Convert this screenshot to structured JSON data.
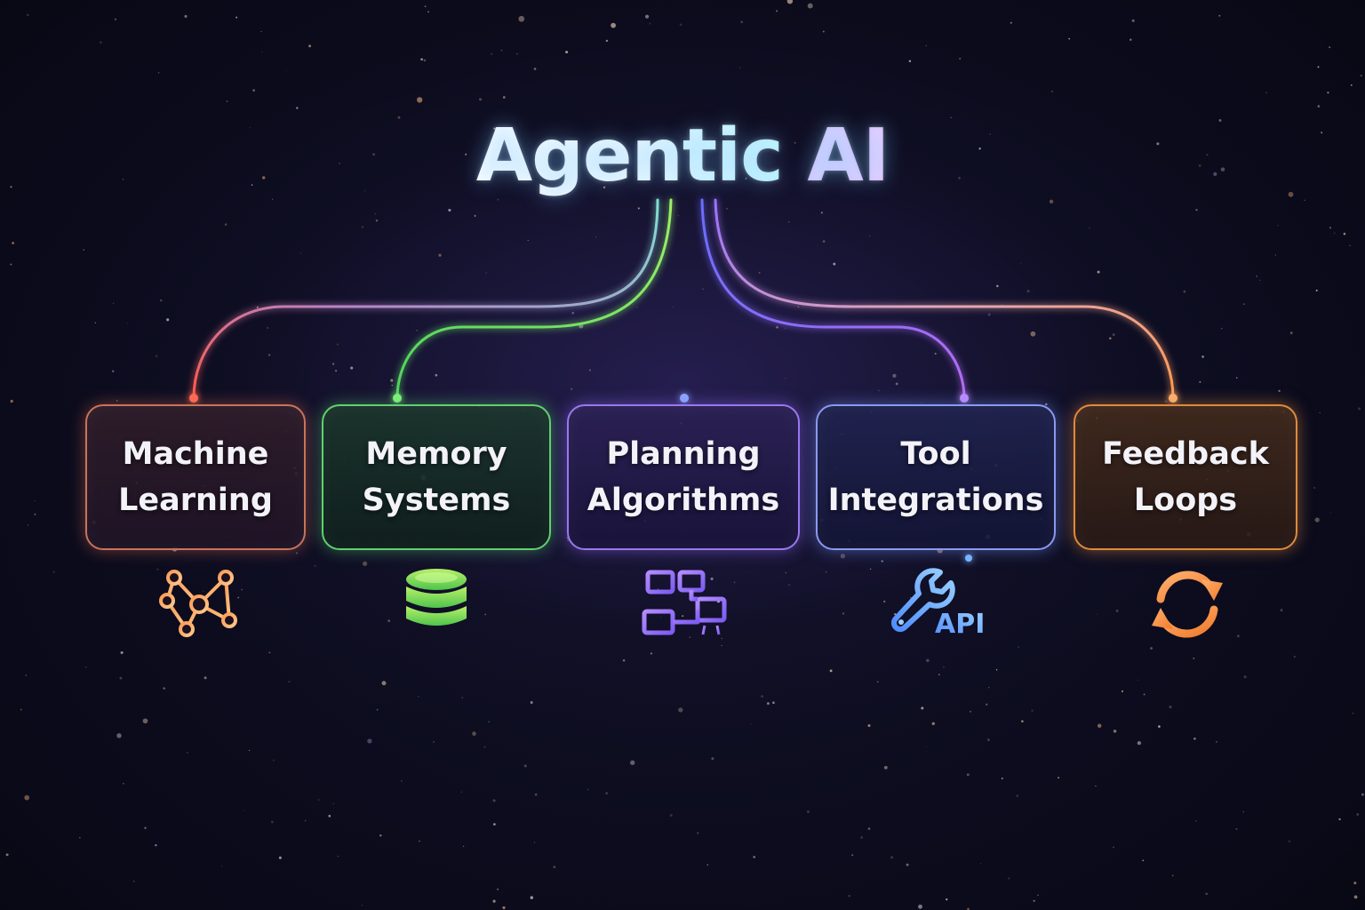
{
  "title": {
    "part1": "Agentic",
    "part2": "AI"
  },
  "nodes": [
    {
      "label": "Machine\nLearning",
      "icon": "neural-network-icon",
      "color": "#e8784e"
    },
    {
      "label": "Memory\nSystems",
      "icon": "database-icon",
      "color": "#6ad36b"
    },
    {
      "label": "Planning\nAlgorithms",
      "icon": "flowchart-icon",
      "color": "#a07cf2"
    },
    {
      "label": "Tool\nIntegrations",
      "icon": "wrench-api-icon",
      "color": "#5fa0ff"
    },
    {
      "label": "Feedback\nLoops",
      "icon": "refresh-loop-icon",
      "color": "#f0913f"
    }
  ],
  "icons": {
    "api_text": "API"
  }
}
